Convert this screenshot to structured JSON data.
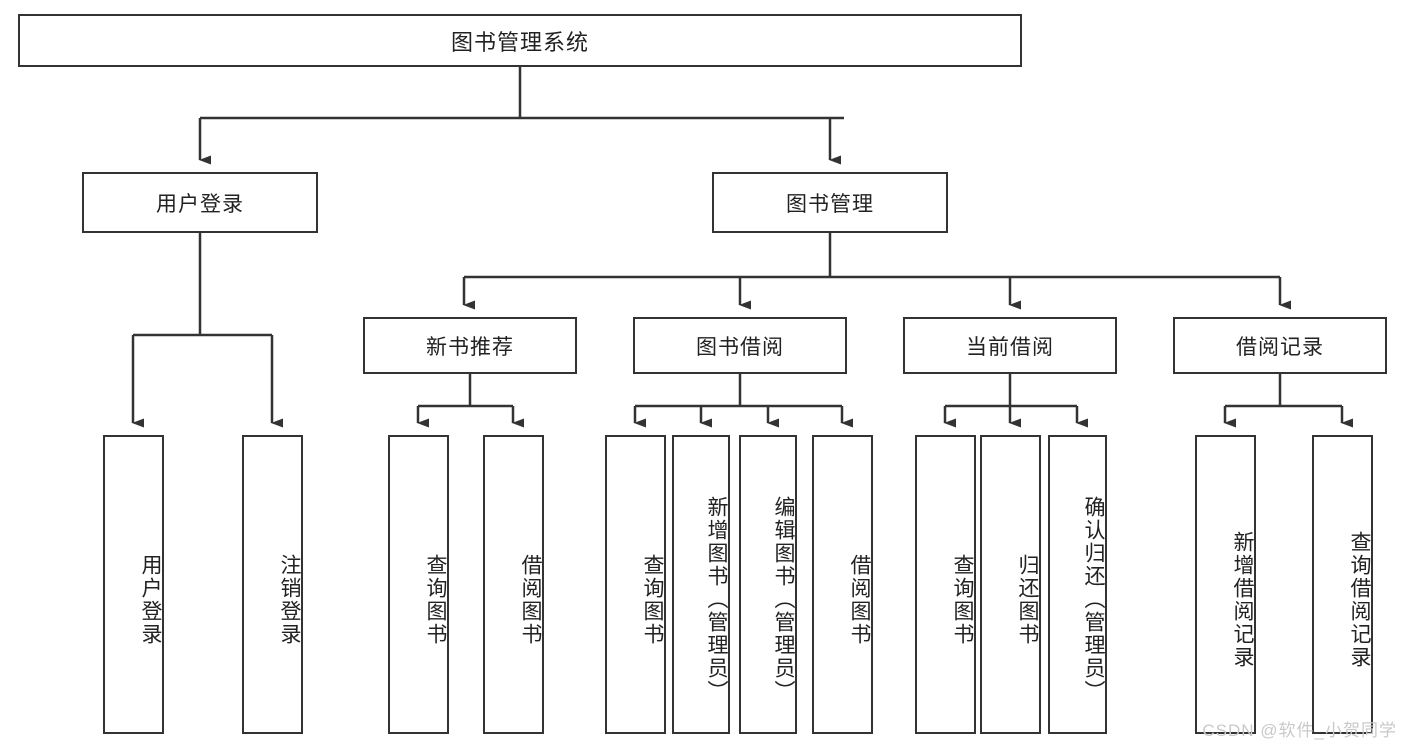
{
  "diagram": {
    "title": "图书管理系统",
    "root": {
      "label": "图书管理系统"
    },
    "level2": [
      {
        "label": "用户登录"
      },
      {
        "label": "图书管理"
      }
    ],
    "level3": [
      {
        "label": "新书推荐"
      },
      {
        "label": "图书借阅"
      },
      {
        "label": "当前借阅"
      },
      {
        "label": "借阅记录"
      }
    ],
    "leaves": [
      {
        "label": "用户登录"
      },
      {
        "label": "注销登录"
      },
      {
        "label": "查询图书"
      },
      {
        "label": "借阅图书"
      },
      {
        "label": "查询图书"
      },
      {
        "label": "新增图书（管理员）"
      },
      {
        "label": "编辑图书（管理员）"
      },
      {
        "label": "借阅图书"
      },
      {
        "label": "查询图书"
      },
      {
        "label": "归还图书"
      },
      {
        "label": "确认归还（管理员）"
      },
      {
        "label": "新增借阅记录"
      },
      {
        "label": "查询借阅记录"
      }
    ],
    "watermark": "CSDN @软件_小贺同学",
    "colors": {
      "stroke": "#333333",
      "fill": "#ffffff",
      "text": "#222222",
      "watermark": "#c9c9c9"
    }
  }
}
